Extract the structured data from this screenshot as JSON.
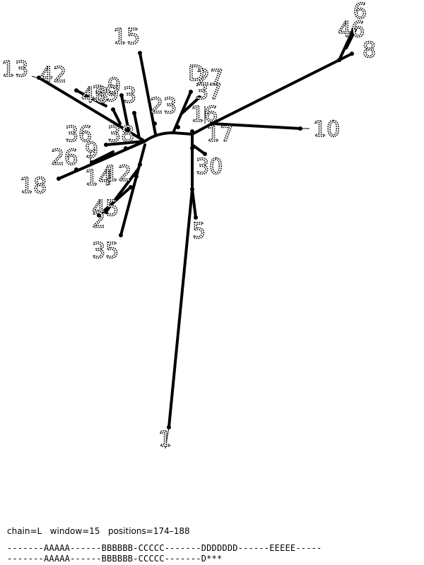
{
  "tree": {
    "labels": [
      "1",
      "2",
      "3",
      "5",
      "6",
      "7",
      "8",
      "9",
      "10",
      "12",
      "13",
      "14",
      "15",
      "16",
      "17",
      "18",
      "23",
      "26",
      "27",
      "30",
      "35",
      "36",
      "37",
      "38",
      "39",
      "40",
      "42",
      "45",
      "46",
      "48",
      "2",
      "3",
      "5",
      "6",
      "0",
      "D"
    ]
  },
  "footer": {
    "info": "chain=L   window=15   positions=174–188",
    "seq_line_1": "-------AAAAA------BBBBBB-CCCCC-------DDDDDDD------EEEEE-----",
    "seq_line_2": "-------AAAAA------BBBBBB-CCCCC-------D***"
  }
}
